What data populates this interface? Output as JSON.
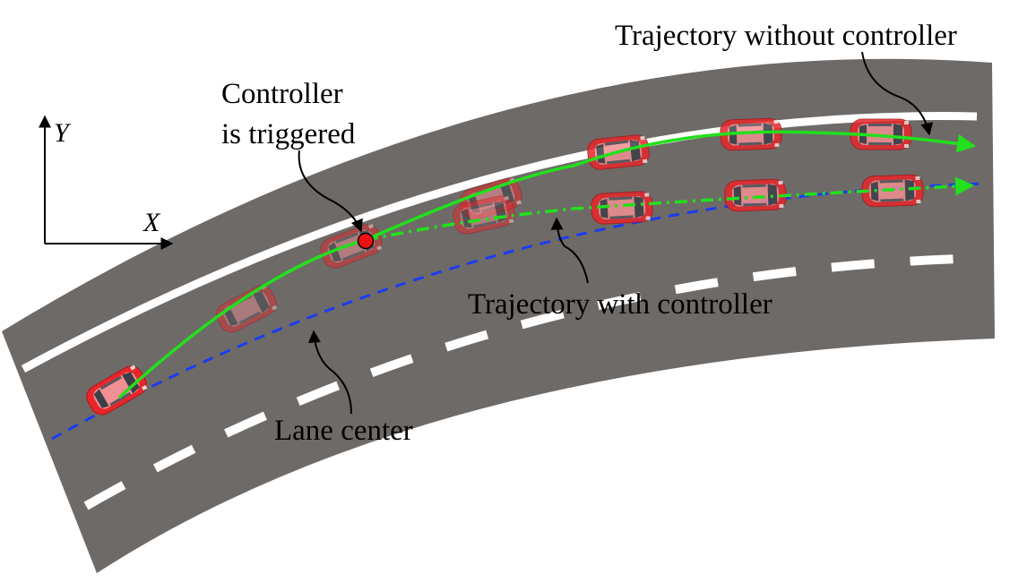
{
  "labels": {
    "trigger_line1": "Controller",
    "trigger_line2": "is triggered",
    "without": "Trajectory without controller",
    "with": "Trajectory with controller",
    "lane_center": "Lane center"
  },
  "axes": {
    "x": "X",
    "y": "Y"
  },
  "colors": {
    "road": "#6e6a68",
    "lane_marking": "#ffffff",
    "lane_center": "#1a3cf0",
    "trajectory": "#22e01c",
    "car_body": "#e8262a",
    "car_window": "#3d3f48",
    "trigger_point": "#ee1111"
  },
  "icons": {
    "trigger": "trigger-point-icon",
    "car": "car-icon"
  }
}
